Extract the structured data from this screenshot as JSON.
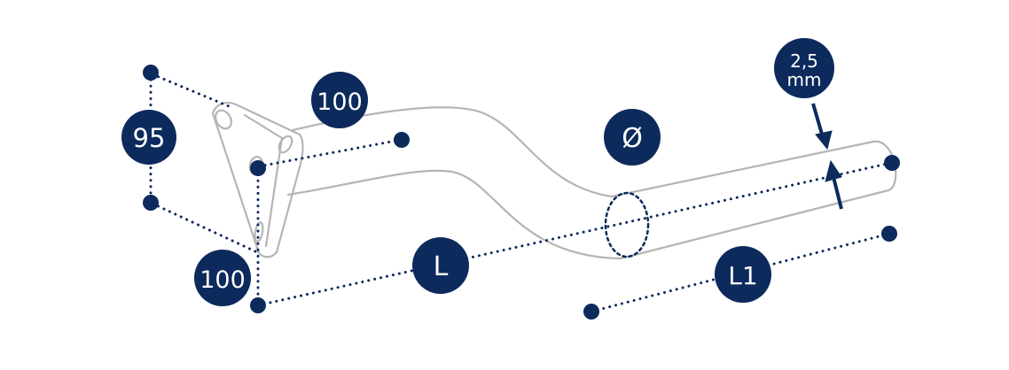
{
  "colors": {
    "navy": "#0d2a5c",
    "outline": "#b5b5b5",
    "background": "#ffffff"
  },
  "dimensions": {
    "plate_height": "95",
    "plate_width_top": "100",
    "plate_width_bottom": "100",
    "diameter": "Ø",
    "length_total": "L",
    "length_straight": "L1",
    "thickness_value": "2,5",
    "thickness_unit": "mm"
  }
}
